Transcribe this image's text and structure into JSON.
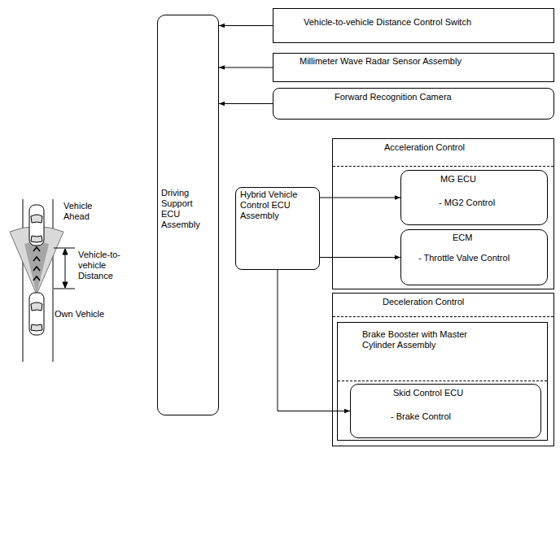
{
  "diagram": {
    "nodes": [
      {
        "text": [
          "Driving Support ECU Assembly"
        ]
      },
      {
        "text": [
          "Vehicle-to-vehicle Distance Control Switch"
        ]
      },
      {
        "text": [
          "Millimeter Wave Radar Sensor Assembly"
        ]
      },
      {
        "text": [
          "Forward Recognition Camera"
        ]
      },
      {
        "text": [
          "Hybrid Vehicle Control ECU Assembly"
        ]
      },
      {
        "text": [
          "Acceleration Control"
        ]
      },
      {
        "text": [
          "MG ECU",
          "- MG2 Control"
        ],
        "in": 5
      },
      {
        "text": [
          "ECM",
          "- Throttle Valve Control"
        ],
        "in": 5
      },
      {
        "text": [
          "Deceleration Control"
        ]
      },
      {
        "text": [
          "Brake Booster with Master Cylinder Assembly"
        ],
        "in": 8
      },
      {
        "text": [
          "Skid Control ECU",
          "- Brake Control"
        ],
        "in": 9
      }
    ],
    "edges": [
      {
        "from": 1,
        "to": 0,
        "arrow": "to"
      },
      {
        "from": 2,
        "to": 0,
        "arrow": "to"
      },
      {
        "from": 3,
        "to": 0,
        "arrow": "to"
      },
      {
        "from": 4,
        "to": 6,
        "arrow": "to"
      },
      {
        "from": 4,
        "to": 7,
        "arrow": "to"
      },
      {
        "from": 4,
        "to": 10,
        "arrow": "to"
      }
    ],
    "labels": [
      "Vehicle Ahead",
      "Vehicle-to-vehicle Distance",
      "Own Vehicle"
    ]
  }
}
